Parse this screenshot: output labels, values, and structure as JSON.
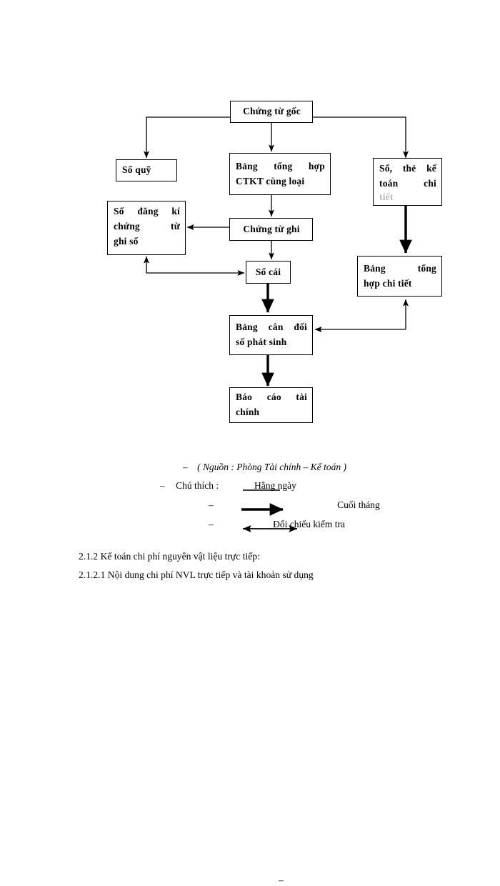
{
  "document": {
    "type": "accounting-flowchart-page",
    "language": "vi"
  },
  "flowchart": {
    "nodes": [
      {
        "id": "chung-tu-goc",
        "lines": [
          "Chứng từ gốc"
        ],
        "align": "center"
      },
      {
        "id": "so-quy",
        "lines": [
          "Sổ quỹ"
        ],
        "align": "left"
      },
      {
        "id": "bang-tong-hop-ctkt",
        "lines": [
          "Bảng  tổng  hợp",
          "CTKT cùng loại"
        ],
        "align": "justify"
      },
      {
        "id": "so-the-ke-toan",
        "lines": [
          "Sổ,  thẻ  kế",
          "toán       chi",
          "tiết"
        ],
        "align": "justify"
      },
      {
        "id": "so-dang-ki",
        "lines": [
          "Sổ  đăng  kí",
          "chứng         từ",
          "ghi sổ"
        ],
        "align": "justify"
      },
      {
        "id": "chung-tu-ghi",
        "lines": [
          "Chứng  từ  ghi"
        ],
        "align": "center"
      },
      {
        "id": "so-cai",
        "lines": [
          "Sổ cái"
        ],
        "align": "center"
      },
      {
        "id": "bang-tong-hop-chi-tiet",
        "lines": [
          "Bảng        tổng",
          "hợp chi tiết"
        ],
        "align": "justify"
      },
      {
        "id": "bang-can-doi",
        "lines": [
          "Bảng  cân  đối",
          "số phát sinh"
        ],
        "align": "justify"
      },
      {
        "id": "bao-cao-tai-chinh",
        "lines": [
          "Báo   cáo   tài",
          "chính"
        ],
        "align": "justify"
      }
    ]
  },
  "legend": {
    "source_note": "( Nguồn : Phòng Tài chính – Kế toán )",
    "caption_label": "Chú thích :",
    "dash": "–",
    "items": [
      {
        "id": "hang-ngay",
        "label": "Hằng ngày",
        "arrow": "thin-line"
      },
      {
        "id": "cuoi-thang",
        "label": "Cuối tháng",
        "arrow": "thick-right"
      },
      {
        "id": "doi-chieu-kiem-tra",
        "label": "Đối chiếu kiểm tra",
        "arrow": "bidirectional"
      }
    ]
  },
  "body_text": {
    "heading_1": "2.1.2 Kế toán chi phí nguyên vật liệu trực tiếp:",
    "heading_2": "2.1.2.1 Nội dung chi phí NVL trực tiếp và tài khoản sử dụng"
  },
  "colors": {
    "ink": "#000000",
    "paper": "#ffffff"
  }
}
